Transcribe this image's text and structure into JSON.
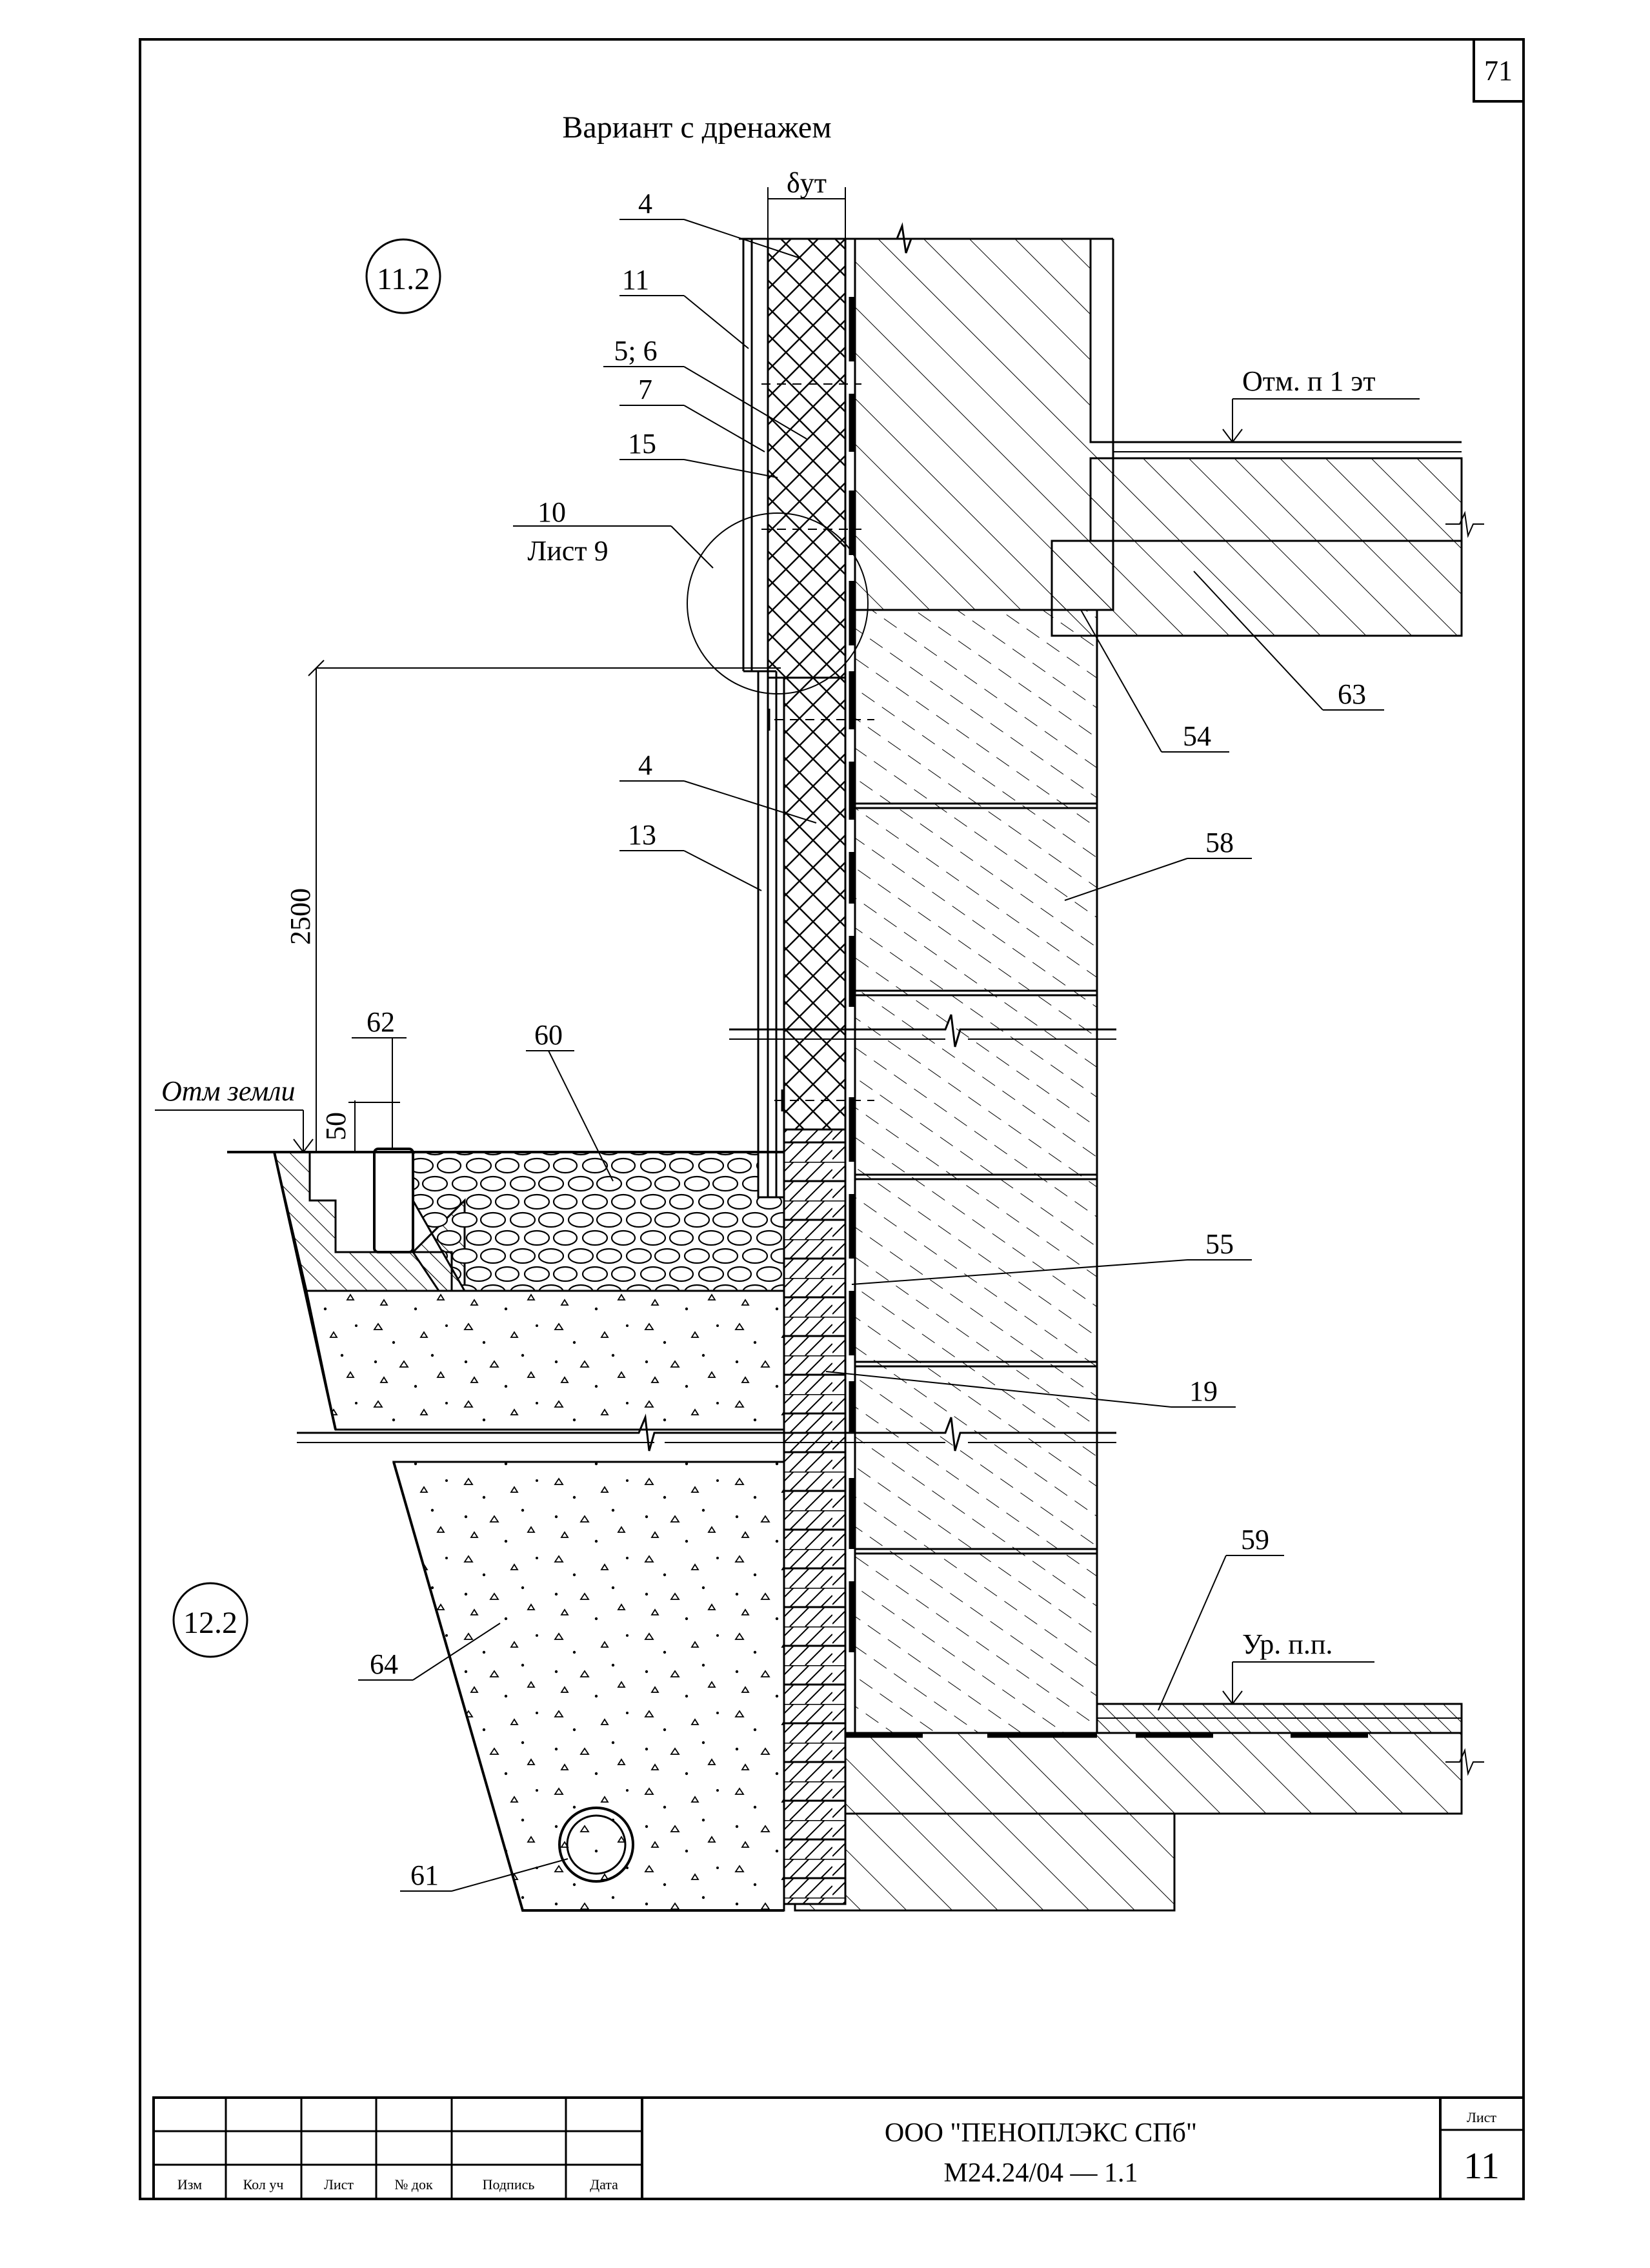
{
  "page_number": "71",
  "title": "Вариант с дренажем",
  "section_marks": [
    "11.2",
    "12.2"
  ],
  "insulation_thickness_symbol": "δут",
  "callout_ref": {
    "number": "10",
    "sheet": "Лист 9"
  },
  "level_marks": {
    "first_floor": "Отм. п  1 эт",
    "floor_level": "Ур. п.п.",
    "ground": "Отм  земли"
  },
  "dimensions": {
    "height": "2500",
    "offset": "50"
  },
  "position_labels": [
    "4",
    "11",
    "5; 6",
    "7",
    "15",
    "63",
    "54",
    "4",
    "13",
    "58",
    "62",
    "60",
    "55",
    "19",
    "59",
    "64",
    "61"
  ],
  "title_block": {
    "columns": [
      "Изм",
      "Кол уч",
      "Лист",
      "№ док",
      "Подпись",
      "Дата"
    ],
    "organization": "ООО \"ПЕНОПЛЭКС СПб\"",
    "document_code": "М24.24/04  —  1.1",
    "sheet_label": "Лист",
    "sheet_number": "11"
  }
}
